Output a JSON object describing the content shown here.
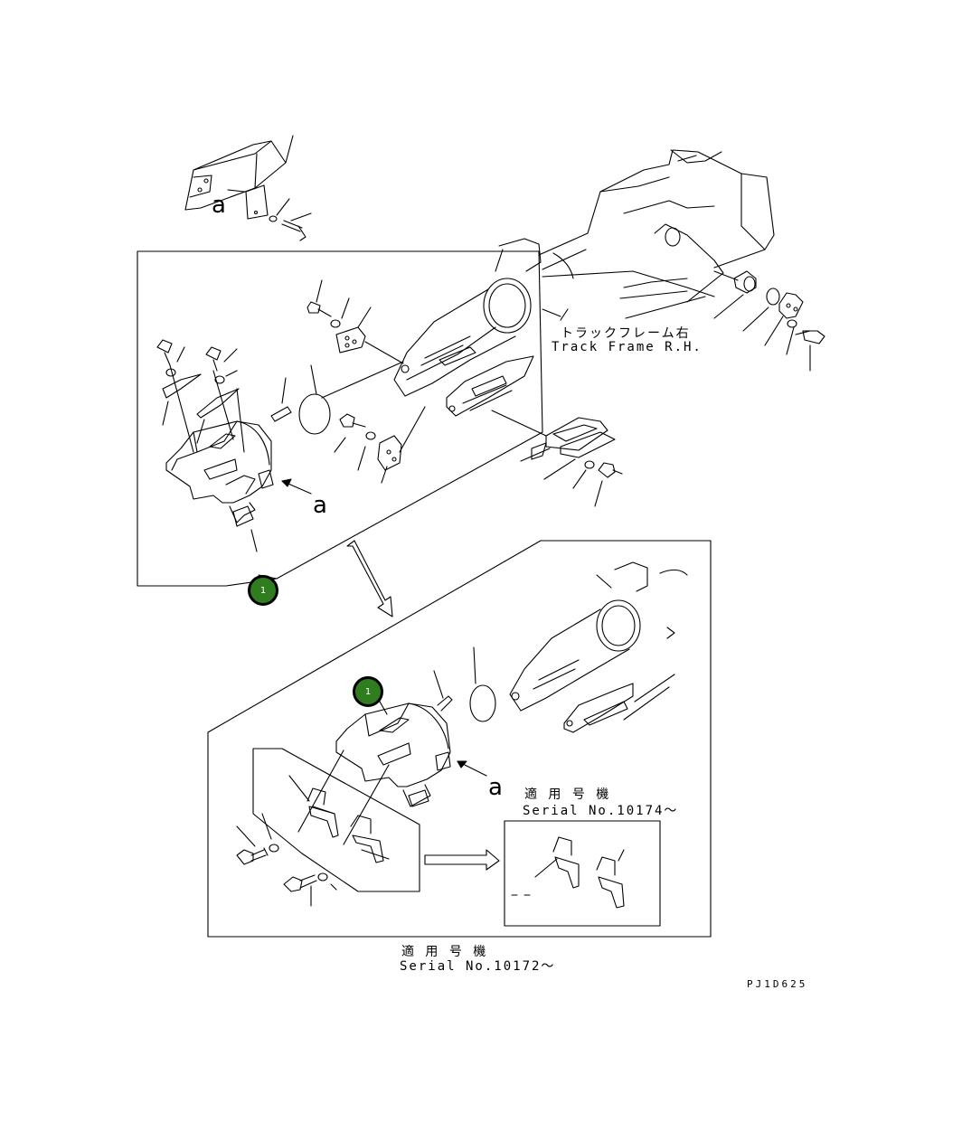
{
  "labels": {
    "track_frame_jp": "トラックフレーム右",
    "track_frame_en": "Track Frame R.H.",
    "detail_marker": "a",
    "serial_applicable_jp": "適 用 号 機",
    "serial_10174": "Serial No.10174～",
    "serial_10172": "Serial No.10172～",
    "drawing_code": "PJ1D625"
  },
  "callouts": [
    {
      "id": "1",
      "label": "1"
    },
    {
      "id": "2",
      "label": "1"
    }
  ],
  "colors": {
    "callout_fill": "#2f7d1e",
    "line": "#000000",
    "background": "#ffffff"
  }
}
